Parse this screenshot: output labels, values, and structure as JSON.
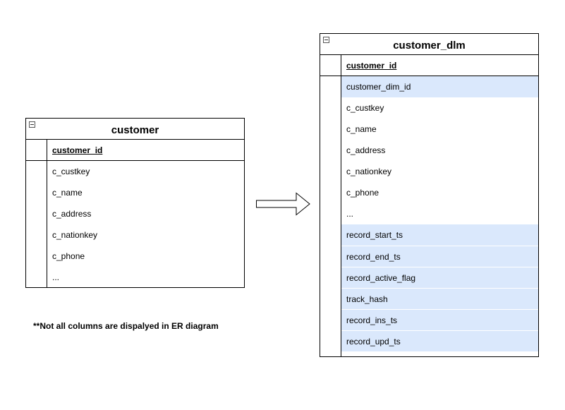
{
  "tables": {
    "source": {
      "title": "customer",
      "primary_key": "customer_id",
      "columns": [
        {
          "name": "c_custkey",
          "highlighted": false
        },
        {
          "name": "c_name",
          "highlighted": false
        },
        {
          "name": "c_address",
          "highlighted": false
        },
        {
          "name": "c_nationkey",
          "highlighted": false
        },
        {
          "name": "c_phone",
          "highlighted": false
        },
        {
          "name": "...",
          "highlighted": false
        }
      ]
    },
    "target": {
      "title": "customer_dlm",
      "primary_key": "customer_id",
      "columns": [
        {
          "name": "customer_dim_id",
          "highlighted": true
        },
        {
          "name": "c_custkey",
          "highlighted": false
        },
        {
          "name": "c_name",
          "highlighted": false
        },
        {
          "name": "c_address",
          "highlighted": false
        },
        {
          "name": "c_nationkey",
          "highlighted": false
        },
        {
          "name": "c_phone",
          "highlighted": false
        },
        {
          "name": "...",
          "highlighted": false
        },
        {
          "name": "record_start_ts",
          "highlighted": true
        },
        {
          "name": "record_end_ts",
          "highlighted": true
        },
        {
          "name": "record_active_flag",
          "highlighted": true
        },
        {
          "name": "track_hash",
          "highlighted": true
        },
        {
          "name": "record_ins_ts",
          "highlighted": true
        },
        {
          "name": "record_upd_ts",
          "highlighted": true
        }
      ]
    }
  },
  "footnote": "**Not all columns are dispalyed in ER diagram",
  "colors": {
    "highlight": "#dae8fc",
    "stroke": "#000000"
  },
  "icons": {
    "collapse": "collapse-minus-icon",
    "connector": "right-arrow-icon"
  }
}
